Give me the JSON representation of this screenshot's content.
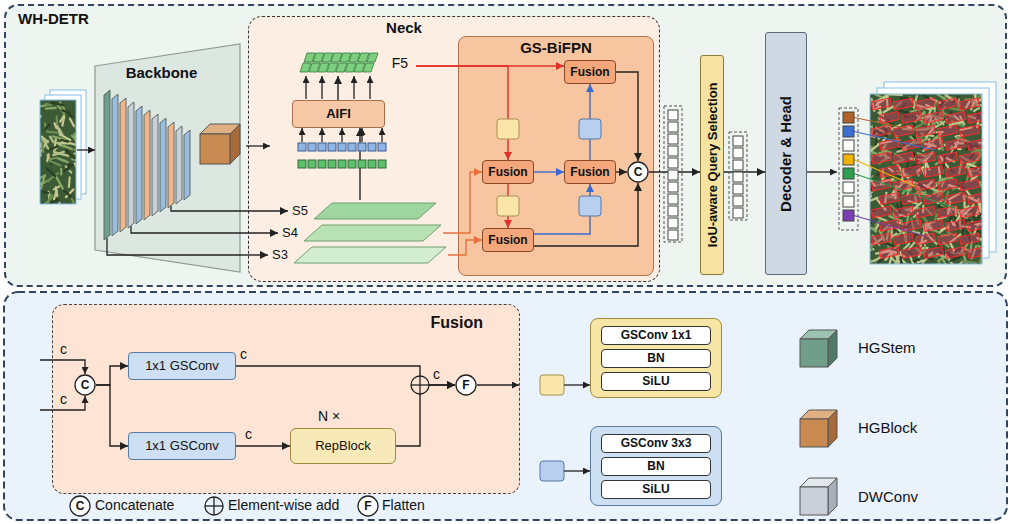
{
  "diagram": {
    "nodes": [
      {
        "text": [
          "WH-DETR"
        ]
      },
      {
        "text": [
          "Backbone"
        ],
        "in": 0
      },
      {
        "text": [
          "Neck"
        ],
        "in": 0
      },
      {
        "text": [
          "F5"
        ],
        "in": 2
      },
      {
        "text": [
          "AIFI"
        ],
        "in": 2
      },
      {
        "text": [
          "S5"
        ],
        "in": 2
      },
      {
        "text": [
          "S4"
        ],
        "in": 2
      },
      {
        "text": [
          "S3"
        ],
        "in": 2
      },
      {
        "text": [
          "GS-BiFPN"
        ],
        "in": 2
      },
      {
        "text": [
          "Fusion"
        ],
        "in": 8
      },
      {
        "text": [
          "Fusion"
        ],
        "in": 8
      },
      {
        "text": [
          "Fusion"
        ],
        "in": 8
      },
      {
        "text": [
          "C"
        ],
        "in": 8
      },
      {
        "text": [
          "Fusion"
        ],
        "in": 8
      },
      {
        "text": [
          "IoU-aware Query Selection"
        ],
        "in": 0
      },
      {
        "text": [
          "Decoder & Head"
        ],
        "in": 0
      },
      {
        "text": [
          "Fusion"
        ]
      },
      {
        "text": [
          "C"
        ],
        "in": 16
      },
      {
        "text": [
          "1x1 GSConv"
        ],
        "in": 16
      },
      {
        "text": [
          "1x1 GSConv"
        ],
        "in": 16
      },
      {
        "text": [
          "RepBlock"
        ],
        "in": 16
      },
      {
        "text": [
          "F"
        ],
        "in": 16
      },
      {
        "text": [
          "GSConv 1x1",
          "BN",
          "SiLU"
        ]
      },
      {
        "text": [
          "GSConv 3x3",
          "BN",
          "SiLU"
        ]
      }
    ],
    "edges": [
      {
        "from": 1,
        "to": 5,
        "arrow": "to"
      },
      {
        "from": 1,
        "to": 6,
        "arrow": "to"
      },
      {
        "from": 1,
        "to": 7,
        "arrow": "to"
      },
      {
        "from": 5,
        "to": 4,
        "arrow": "to"
      },
      {
        "from": 4,
        "to": 3,
        "arrow": "to"
      },
      {
        "from": 3,
        "to": 9,
        "arrow": "to"
      },
      {
        "from": 3,
        "to": 10,
        "arrow": "to"
      },
      {
        "from": 6,
        "to": 10,
        "arrow": "to"
      },
      {
        "from": 7,
        "to": 13,
        "arrow": "to"
      },
      {
        "from": 10,
        "to": 13,
        "arrow": "to"
      },
      {
        "from": 10,
        "to": 11,
        "arrow": "to"
      },
      {
        "from": 13,
        "to": 11,
        "arrow": "to"
      },
      {
        "from": 11,
        "to": 9,
        "arrow": "to"
      },
      {
        "from": 9,
        "to": 12,
        "arrow": "to"
      },
      {
        "from": 11,
        "to": 12,
        "arrow": "to"
      },
      {
        "from": 13,
        "to": 12,
        "arrow": "to"
      },
      {
        "from": 12,
        "to": 14,
        "arrow": "to"
      },
      {
        "from": 14,
        "to": 15,
        "arrow": "to"
      },
      {
        "from": 17,
        "to": 18,
        "arrow": "to"
      },
      {
        "from": 17,
        "to": 19,
        "arrow": "to"
      },
      {
        "from": 19,
        "to": 20,
        "arrow": "to"
      },
      {
        "from": 18,
        "to": 21,
        "arrow": "to"
      },
      {
        "from": 20,
        "to": 21,
        "arrow": "to"
      }
    ],
    "labels": [
      "c",
      "c",
      "c",
      "c",
      "c",
      "N ×",
      "C",
      "F"
    ],
    "legend": [
      {
        "text": "Concatenate"
      },
      {
        "text": "Element-wise add"
      },
      {
        "text": "Flatten"
      },
      {
        "text": "HGStem"
      },
      {
        "text": "HGBlock"
      },
      {
        "text": "DWConv"
      }
    ]
  }
}
